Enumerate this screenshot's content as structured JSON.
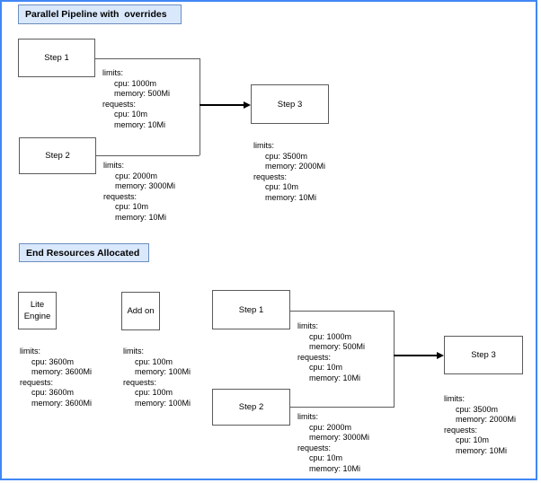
{
  "colors": {
    "frame_border": "#4187f4",
    "title_fill": "#dae8fc",
    "title_border": "#6c8ebf",
    "node_border": "#5b5b5b",
    "connector": "#5b5b5b",
    "arrow": "#000000",
    "text": "#000000"
  },
  "pipeline": {
    "title": "Parallel Pipeline with  overrides",
    "step1_label": "Step 1",
    "step2_label": "Step 2",
    "step3_label": "Step 3",
    "step1_resources": {
      "lines": [
        "limits:",
        "cpu: 1000m",
        "memory: 500Mi",
        "requests:",
        "cpu: 10m",
        "memory: 10Mi"
      ]
    },
    "step2_resources": {
      "lines": [
        "limits:",
        "cpu: 2000m",
        "memory: 3000Mi",
        "requests:",
        "cpu: 10m",
        "memory: 10Mi"
      ]
    },
    "step3_resources": {
      "lines": [
        "limits:",
        "cpu: 3500m",
        "memory: 2000Mi",
        "requests:",
        "cpu: 10m",
        "memory: 10Mi"
      ]
    }
  },
  "end_resources": {
    "title": "End Resources Allocated",
    "lite_engine_label_line1": "Lite",
    "lite_engine_label_line2": "Engine",
    "add_on_label": "Add on",
    "step1_label": "Step 1",
    "step2_label": "Step 2",
    "step3_label": "Step 3",
    "lite_engine_resources": {
      "lines": [
        "limits:",
        "cpu: 3600m",
        "memory: 3600Mi",
        "requests:",
        "cpu: 3600m",
        "memory: 3600Mi"
      ]
    },
    "add_on_resources": {
      "lines": [
        "limits:",
        "cpu: 100m",
        "memory: 100Mi",
        "requests:",
        "cpu: 100m",
        "memory: 100Mi"
      ]
    },
    "step1_resources": {
      "lines": [
        "limits:",
        "cpu: 1000m",
        "memory: 500Mi",
        "requests:",
        "cpu: 10m",
        "memory: 10Mi"
      ]
    },
    "step2_resources": {
      "lines": [
        "limits:",
        "cpu: 2000m",
        "memory: 3000Mi",
        "requests:",
        "cpu: 10m",
        "memory: 10Mi"
      ]
    },
    "step3_resources": {
      "lines": [
        "limits:",
        "cpu: 3500m",
        "memory: 2000Mi",
        "requests:",
        "cpu: 10m",
        "memory: 10Mi"
      ]
    }
  }
}
